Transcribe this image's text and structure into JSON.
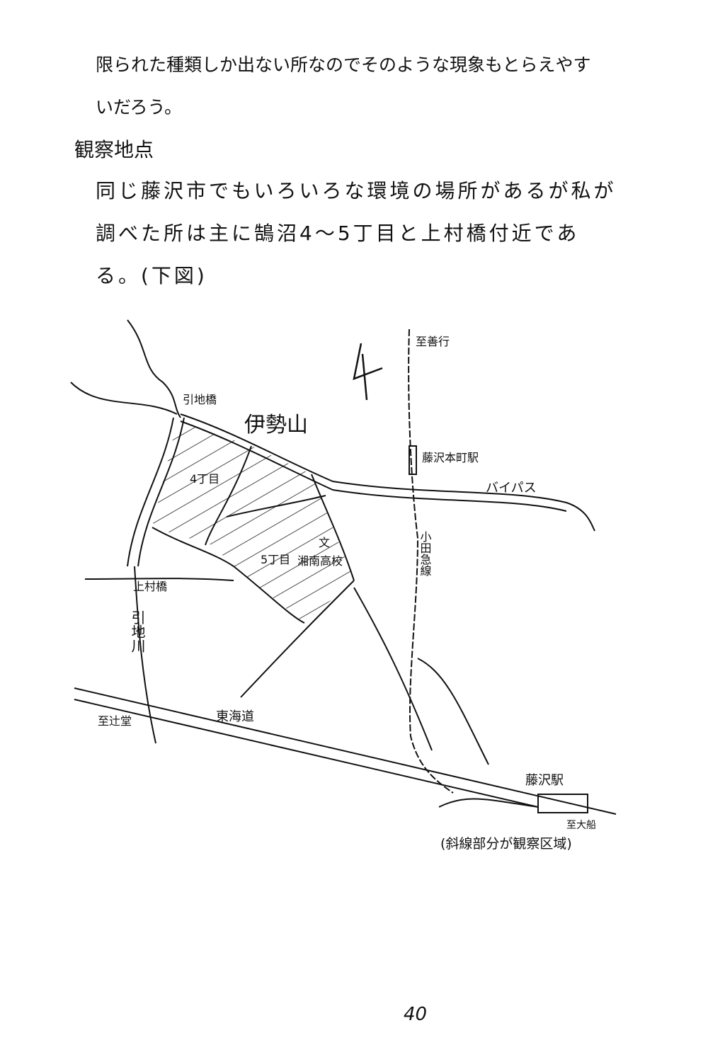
{
  "text": {
    "line1": "限られた種類しか出ない所なのでそのような現象もとらえやす",
    "line2": "いだろう。",
    "heading": "観察地点",
    "line3": "同じ藤沢市でもいろいろな環境の場所があるが私が",
    "line4": "調べた所は主に鵠沼4〜5丁目と上村橋付近である。(下図)"
  },
  "map": {
    "north": "ㄔ",
    "labels": {
      "hikiji_bridge": "引地橋",
      "iseyama": "伊勢山",
      "to_zengyo": "至善行",
      "fujisawahoncho": "藤沢本町駅",
      "bypass": "バイパス",
      "odakyu": "小田急線",
      "chome4": "4丁目",
      "chome5": "5丁目",
      "school_symbol": "文",
      "shonan_hs": "湘南高校",
      "kamimura_bridge": "上村橋",
      "hikiji_river": "引地川",
      "tokaido": "東海道",
      "to_tsujido": "至辻堂",
      "fujisawa_station": "藤沢駅",
      "to_ofuna": "至大船",
      "legend": "(斜線部分が観察区域)"
    }
  },
  "page_number": "40"
}
